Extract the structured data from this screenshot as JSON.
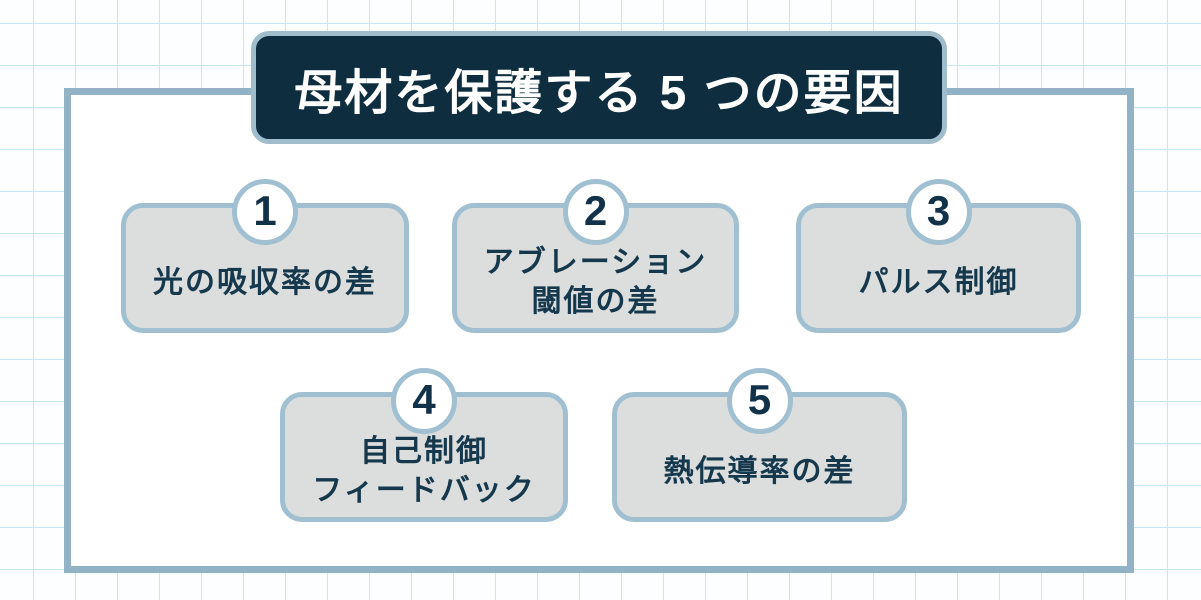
{
  "title": {
    "text": "母材を保護する 5 つの要因"
  },
  "boxes": [
    {
      "number": "1",
      "label": "光の吸収率の差"
    },
    {
      "number": "2",
      "label": "アブレーション\n閾値の差"
    },
    {
      "number": "3",
      "label": "パルス制御"
    },
    {
      "number": "4",
      "label": "自己制御\nフィードバック"
    },
    {
      "number": "5",
      "label": "熱伝導率の差"
    }
  ],
  "colors": {
    "page_bg": "#fdfeff",
    "grid_line": "#c5e7f6",
    "frame_border": "#92b3c5",
    "banner_bg": "#0e2e40",
    "banner_border": "#a0bdcc",
    "box_bg": "#dcdedd",
    "box_border": "#a0c0d1",
    "circle_bg": "#ffffff",
    "text_navy": "#16384d",
    "number_navy": "#123249",
    "title_text": "#ffffff"
  }
}
